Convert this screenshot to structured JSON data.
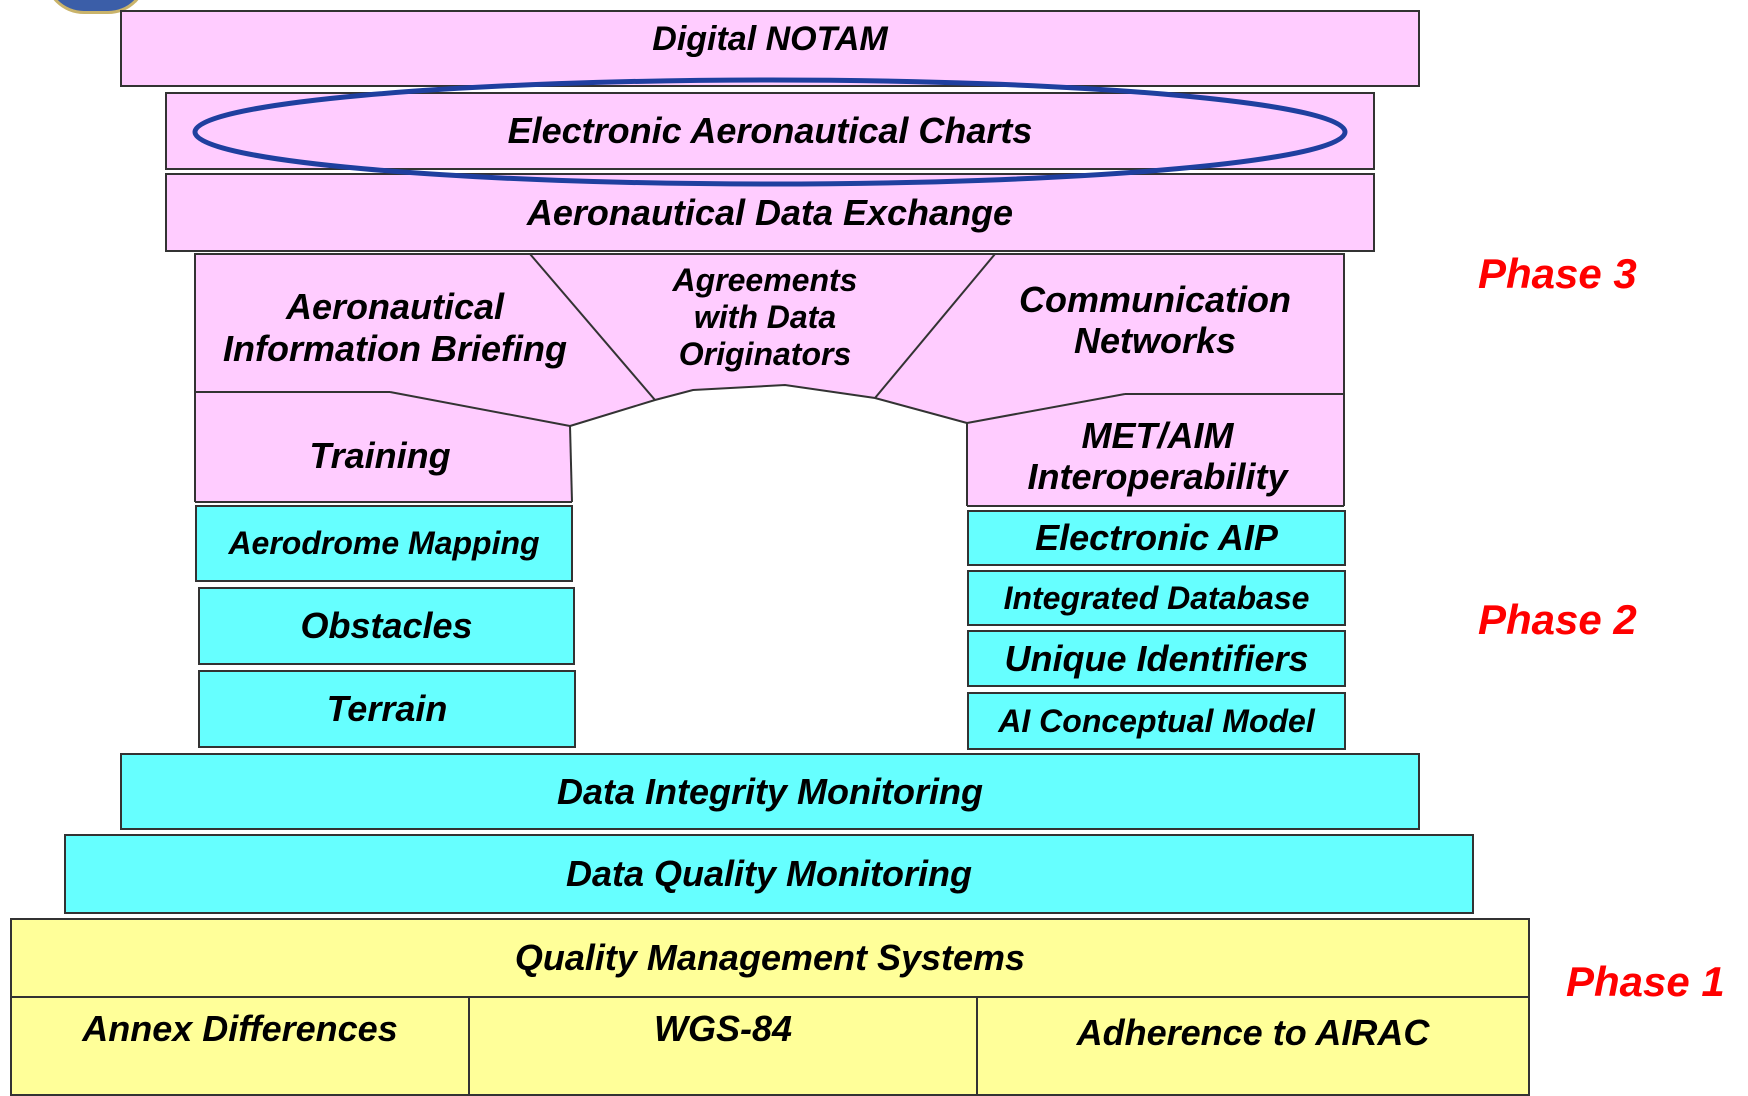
{
  "layers": {
    "digital_notam": "Digital NOTAM",
    "electronic_charts": "Electronic Aeronautical Charts",
    "data_exchange": "Aeronautical Data Exchange",
    "ai_briefing": "Aeronautical Information Briefing",
    "agreements": "Agreements with Data Originators",
    "comm_networks": "Communication Networks",
    "training": "Training",
    "met_aim": "MET/AIM Interoperability",
    "aerodrome_mapping": "Aerodrome Mapping",
    "obstacles": "Obstacles",
    "terrain": "Terrain",
    "electronic_aip": "Electronic AIP",
    "integrated_db": "Integrated Database",
    "unique_ids": "Unique Identifiers",
    "ai_model": "AI Conceptual Model",
    "data_integrity": "Data Integrity Monitoring",
    "data_quality": "Data Quality Monitoring",
    "qms": "Quality Management Systems",
    "annex_diff": "Annex Differences",
    "wgs84": "WGS-84",
    "airac": "Adherence to AIRAC"
  },
  "phases": {
    "phase3": "Phase 3",
    "phase2": "Phase 2",
    "phase1": "Phase 1"
  },
  "colors": {
    "phase3_fill": "#ffccff",
    "phase2_fill": "#66ffff",
    "phase1_fill": "#ffff99",
    "highlight_ellipse": "#1f3f9f",
    "phase_label": "#ff0000"
  },
  "highlighted": "Electronic Aeronautical Charts"
}
